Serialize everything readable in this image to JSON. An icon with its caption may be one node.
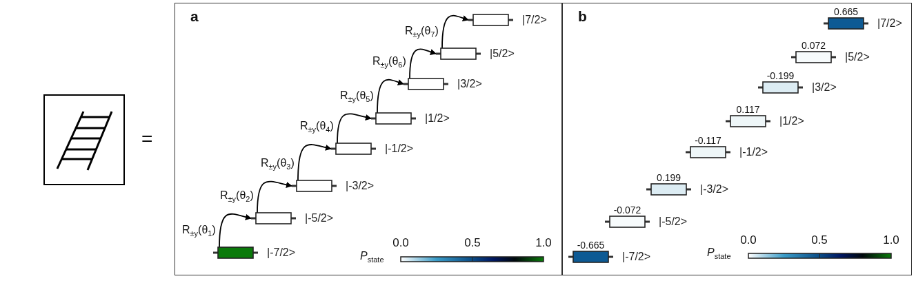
{
  "diagram": {
    "nodes": [
      {
        "text": [
          "a"
        ]
      },
      {
        "text": [],
        "shape": "box",
        "in": 0,
        "beside": [
          "|-7/2>"
        ]
      },
      {
        "text": [],
        "shape": "box",
        "in": 0,
        "beside": [
          "|-5/2>"
        ]
      },
      {
        "text": [],
        "shape": "box",
        "in": 0,
        "beside": [
          "|-3/2>"
        ]
      },
      {
        "text": [],
        "shape": "box",
        "in": 0,
        "beside": [
          "|-1/2>"
        ]
      },
      {
        "text": [],
        "shape": "box",
        "in": 0,
        "beside": [
          "|1/2>"
        ]
      },
      {
        "text": [],
        "shape": "box",
        "in": 0,
        "beside": [
          "|3/2>"
        ]
      },
      {
        "text": [],
        "shape": "box",
        "in": 0,
        "beside": [
          "|5/2>"
        ]
      },
      {
        "text": [],
        "shape": "box",
        "in": 0,
        "beside": [
          "|7/2>"
        ]
      },
      {
        "text": [
          "b"
        ]
      },
      {
        "text": [
          "-0.665"
        ],
        "in": 9,
        "beside": [
          "|-7/2>"
        ]
      },
      {
        "text": [
          "-0.072"
        ],
        "in": 9,
        "beside": [
          "|-5/2>"
        ]
      },
      {
        "text": [
          "0.199"
        ],
        "in": 9,
        "beside": [
          "|-3/2>"
        ]
      },
      {
        "text": [
          "-0.117"
        ],
        "in": 9,
        "beside": [
          "|-1/2>"
        ]
      },
      {
        "text": [
          "0.117"
        ],
        "in": 9,
        "beside": [
          "|1/2>"
        ]
      },
      {
        "text": [
          "-0.199"
        ],
        "in": 9,
        "beside": [
          "|3/2>"
        ]
      },
      {
        "text": [
          "0.072"
        ],
        "in": 9,
        "beside": [
          "|5/2>"
        ]
      },
      {
        "text": [
          "0.665"
        ],
        "in": 9,
        "beside": [
          "|7/2>"
        ]
      }
    ],
    "edges": [
      {
        "from": 1,
        "to": 2,
        "arrow": "to",
        "label": "R$_{±y}$(θ$_{1}$)"
      },
      {
        "from": 2,
        "to": 3,
        "arrow": "to",
        "label": "R$_{±y}$(θ$_{2}$)"
      },
      {
        "from": 3,
        "to": 4,
        "arrow": "to",
        "label": "R$_{±y}$(θ$_{3}$)"
      },
      {
        "from": 4,
        "to": 5,
        "arrow": "to",
        "label": "R$_{±y}$(θ$_{4}$)"
      },
      {
        "from": 5,
        "to": 6,
        "arrow": "to",
        "label": "R$_{±y}$(θ$_{5}$)"
      },
      {
        "from": 6,
        "to": 7,
        "arrow": "to",
        "label": "R$_{±y}$(θ$_{6}$)"
      },
      {
        "from": 7,
        "to": 8,
        "arrow": "to",
        "label": "R$_{±y}$(θ$_{7}$)"
      }
    ],
    "labels": [
      "=",
      "*P*$_{state}$",
      "0.0",
      "0.5",
      "1.0",
      "*P*$_{state}$",
      "0.0",
      "0.5",
      "1.0"
    ]
  }
}
